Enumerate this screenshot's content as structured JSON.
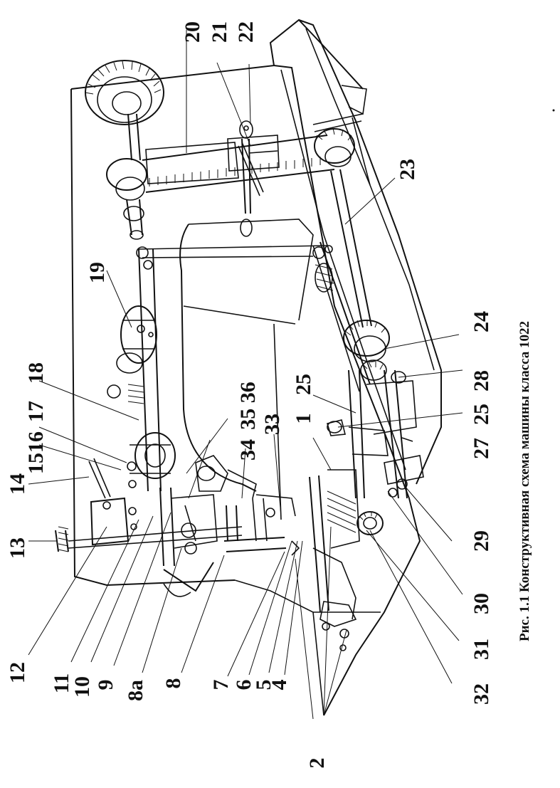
{
  "figure": {
    "caption": "Рис. 1.1 Конструктивная  схема  машины класса 1022",
    "callouts": {
      "c1": "1",
      "c2": "2",
      "c4": "4",
      "c5": "5",
      "c6": "6",
      "c7": "7",
      "c8": "8",
      "c8a": "8а",
      "c9": "9",
      "c10": "10",
      "c11": "11",
      "c12": "12",
      "c13": "13",
      "c14": "14",
      "c15_16": "1516",
      "c17": "17",
      "c18": "18",
      "c19": "19",
      "c20": "20",
      "c21": "21",
      "c22": "22",
      "c23": "23",
      "c24": "24",
      "c25a": "25",
      "c25b": "25",
      "c27": "27",
      "c28": "28",
      "c29": "29",
      "c30": "30",
      "c31": "31",
      "c32": "32",
      "c33": "33",
      "c34": "34",
      "c35_36": "35 36"
    }
  }
}
